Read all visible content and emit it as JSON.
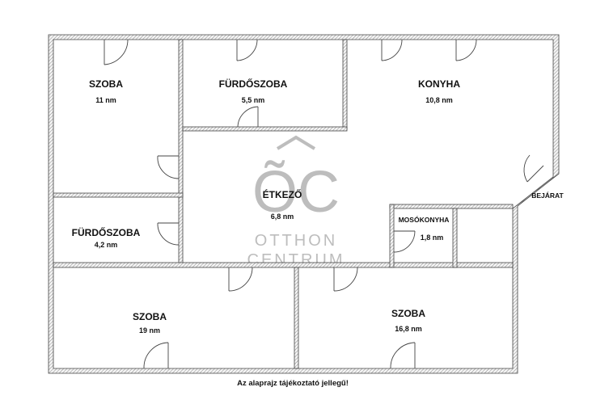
{
  "rooms": [
    {
      "name": "SZOBA",
      "area": "11 nm"
    },
    {
      "name": "FÜRDŐSZOBA",
      "area": "5,5 nm"
    },
    {
      "name": "KONYHA",
      "area": "10,8 nm"
    },
    {
      "name": "ÉTKEZŐ",
      "area": "6,8 nm"
    },
    {
      "name": "FÜRDŐSZOBA",
      "area": "4,2 nm"
    },
    {
      "name": "MOSÓKONYHA",
      "area": "1,8 nm"
    },
    {
      "name": "SZOBA",
      "area": "19 nm"
    },
    {
      "name": "SZOBA",
      "area": "16,8 nm"
    }
  ],
  "entrance_label": "BEJÁRAT",
  "watermark": {
    "logo": "ÕC",
    "line1": "OTTHON",
    "line2": "CENTRUM"
  },
  "footer_note": "Az alaprajz tájékoztató jellegű!"
}
